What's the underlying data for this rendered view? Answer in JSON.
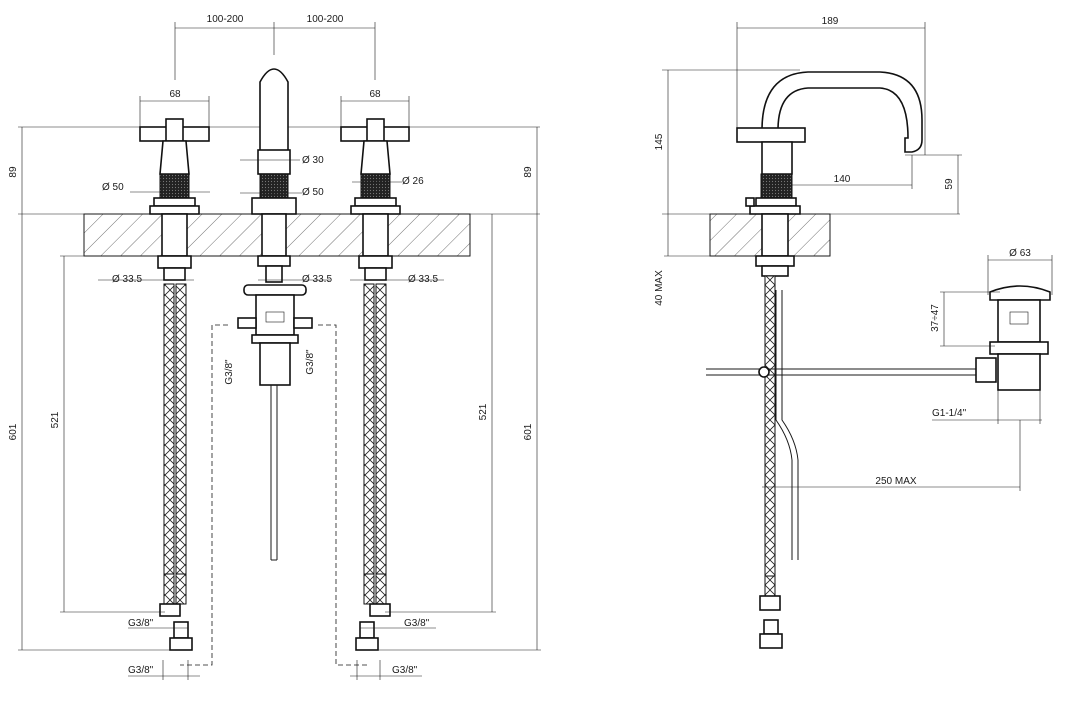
{
  "dimensions": {
    "spacing_left": "100-200",
    "spacing_right": "100-200",
    "handle_width_left": "68",
    "handle_width_right": "68",
    "height_89_left": "89",
    "height_89_right": "89",
    "dia_spout_top": "Ø 30",
    "dia_handle_base": "Ø 50",
    "dia_spout_base": "Ø 50",
    "dia_knurl_right": "Ø 26",
    "dia_shank_left": "Ø 33.5",
    "dia_shank_center": "Ø 33.5",
    "dia_shank_right": "Ø 33.5",
    "thread_drain_left": "G3/8\"",
    "thread_drain_right": "G3/8\"",
    "hose_len_left": "521",
    "hose_len_right": "521",
    "total_len_left": "601",
    "total_len_right": "601",
    "thread_hose_left_a": "G3/8\"",
    "thread_hose_left_b": "G3/8\"",
    "thread_hose_right_a": "G3/8\"",
    "thread_hose_right_b": "G3/8\"",
    "side_reach": "189",
    "side_height": "145",
    "side_spout_reach": "140",
    "side_spout_height": "59",
    "side_deck_max": "40 MAX",
    "waste_dia": "Ø 63",
    "waste_height": "37÷47",
    "waste_thread": "G1-1/4\"",
    "rod_max": "250 MAX"
  }
}
